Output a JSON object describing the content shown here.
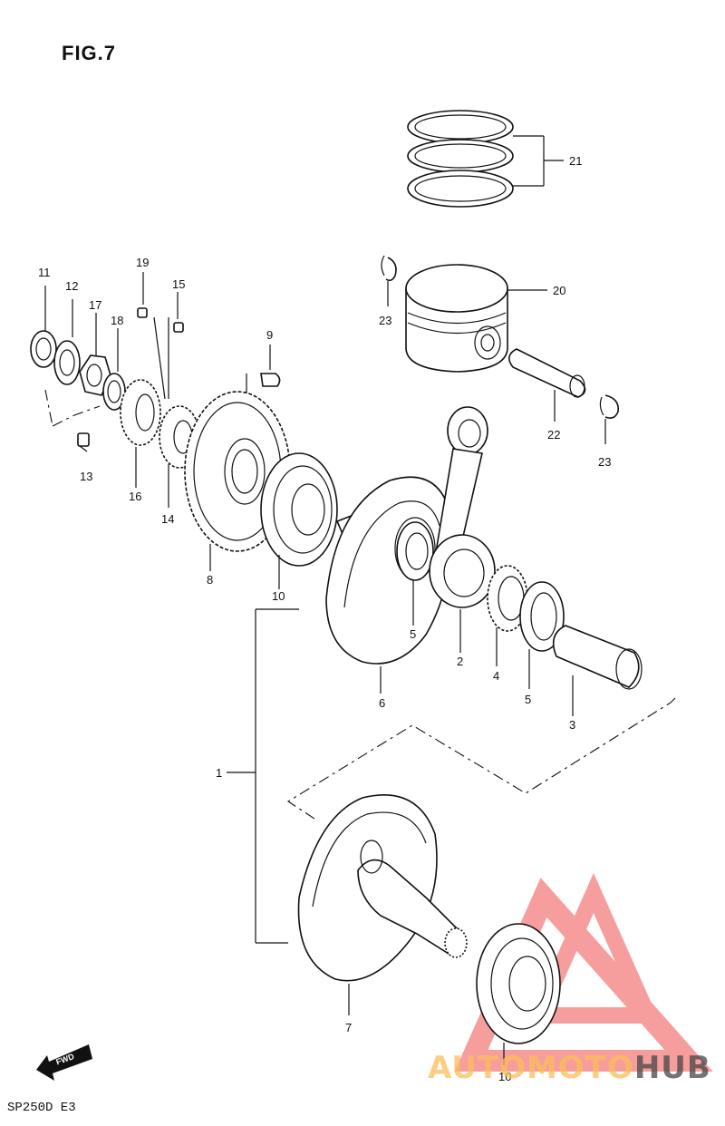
{
  "figure": {
    "title": "FIG.7",
    "model_code": "SP250D E3"
  },
  "watermark": {
    "text_a": "AUTOMOTO",
    "text_b": "HUB",
    "color_red": "#f05050",
    "color_orange": "#f5b55a",
    "color_gray": "#505050"
  },
  "icons": {
    "front_arrow": "fwd-arrow-icon",
    "front_arrow_text": "FWD"
  },
  "callouts": [
    {
      "id": "c21",
      "label": "21",
      "part": "piston-rings"
    },
    {
      "id": "c20",
      "label": "20",
      "part": "piston"
    },
    {
      "id": "c23a",
      "label": "23",
      "part": "piston-pin-circlip"
    },
    {
      "id": "c22",
      "label": "22",
      "part": "piston-pin"
    },
    {
      "id": "c23b",
      "label": "23",
      "part": "piston-pin-circlip"
    },
    {
      "id": "c11",
      "label": "11",
      "part": "oil-seal"
    },
    {
      "id": "c12",
      "label": "12",
      "part": "lock-washer"
    },
    {
      "id": "c17",
      "label": "17",
      "part": "nut"
    },
    {
      "id": "c18",
      "label": "18",
      "part": "washer"
    },
    {
      "id": "c19",
      "label": "19",
      "part": "key"
    },
    {
      "id": "c15",
      "label": "15",
      "part": "key"
    },
    {
      "id": "c13",
      "label": "13",
      "part": "screw"
    },
    {
      "id": "c16",
      "label": "16",
      "part": "gear"
    },
    {
      "id": "c14",
      "label": "14",
      "part": "gear"
    },
    {
      "id": "c9",
      "label": "9",
      "part": "pin"
    },
    {
      "id": "c8",
      "label": "8",
      "part": "primary-drive-gear"
    },
    {
      "id": "c10a",
      "label": "10",
      "part": "crank-bearing"
    },
    {
      "id": "c5a",
      "label": "5",
      "part": "thrust-washer"
    },
    {
      "id": "c2",
      "label": "2",
      "part": "connecting-rod"
    },
    {
      "id": "c4",
      "label": "4",
      "part": "needle-bearing"
    },
    {
      "id": "c5b",
      "label": "5",
      "part": "thrust-washer"
    },
    {
      "id": "c3",
      "label": "3",
      "part": "crank-pin"
    },
    {
      "id": "c6",
      "label": "6",
      "part": "crankshaft-left"
    },
    {
      "id": "c1",
      "label": "1",
      "part": "crankshaft-assy"
    },
    {
      "id": "c7",
      "label": "7",
      "part": "crankshaft-right"
    },
    {
      "id": "c10b",
      "label": "10",
      "part": "crank-bearing"
    }
  ]
}
